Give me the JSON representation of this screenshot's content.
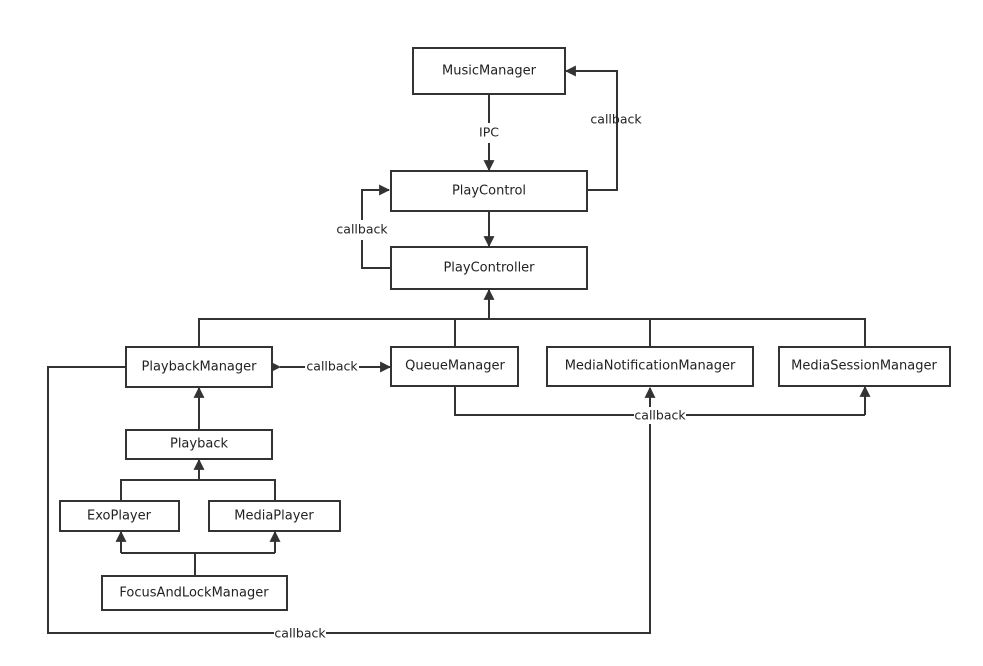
{
  "diagram": {
    "nodes": {
      "music_manager": "MusicManager",
      "play_control": "PlayControl",
      "play_controller": "PlayController",
      "playback_manager": "PlaybackManager",
      "queue_manager": "QueueManager",
      "media_notification_manager": "MediaNotificationManager",
      "media_session_manager": "MediaSessionManager",
      "playback": "Playback",
      "exo_player": "ExoPlayer",
      "media_player": "MediaPlayer",
      "focus_and_lock_manager": "FocusAndLockManager"
    },
    "edge_labels": {
      "ipc": "IPC",
      "callback_music": "callback",
      "callback_play_control": "callback",
      "callback_playback_queue": "callback",
      "callback_queue_session": "callback",
      "callback_bottom": "callback"
    }
  }
}
